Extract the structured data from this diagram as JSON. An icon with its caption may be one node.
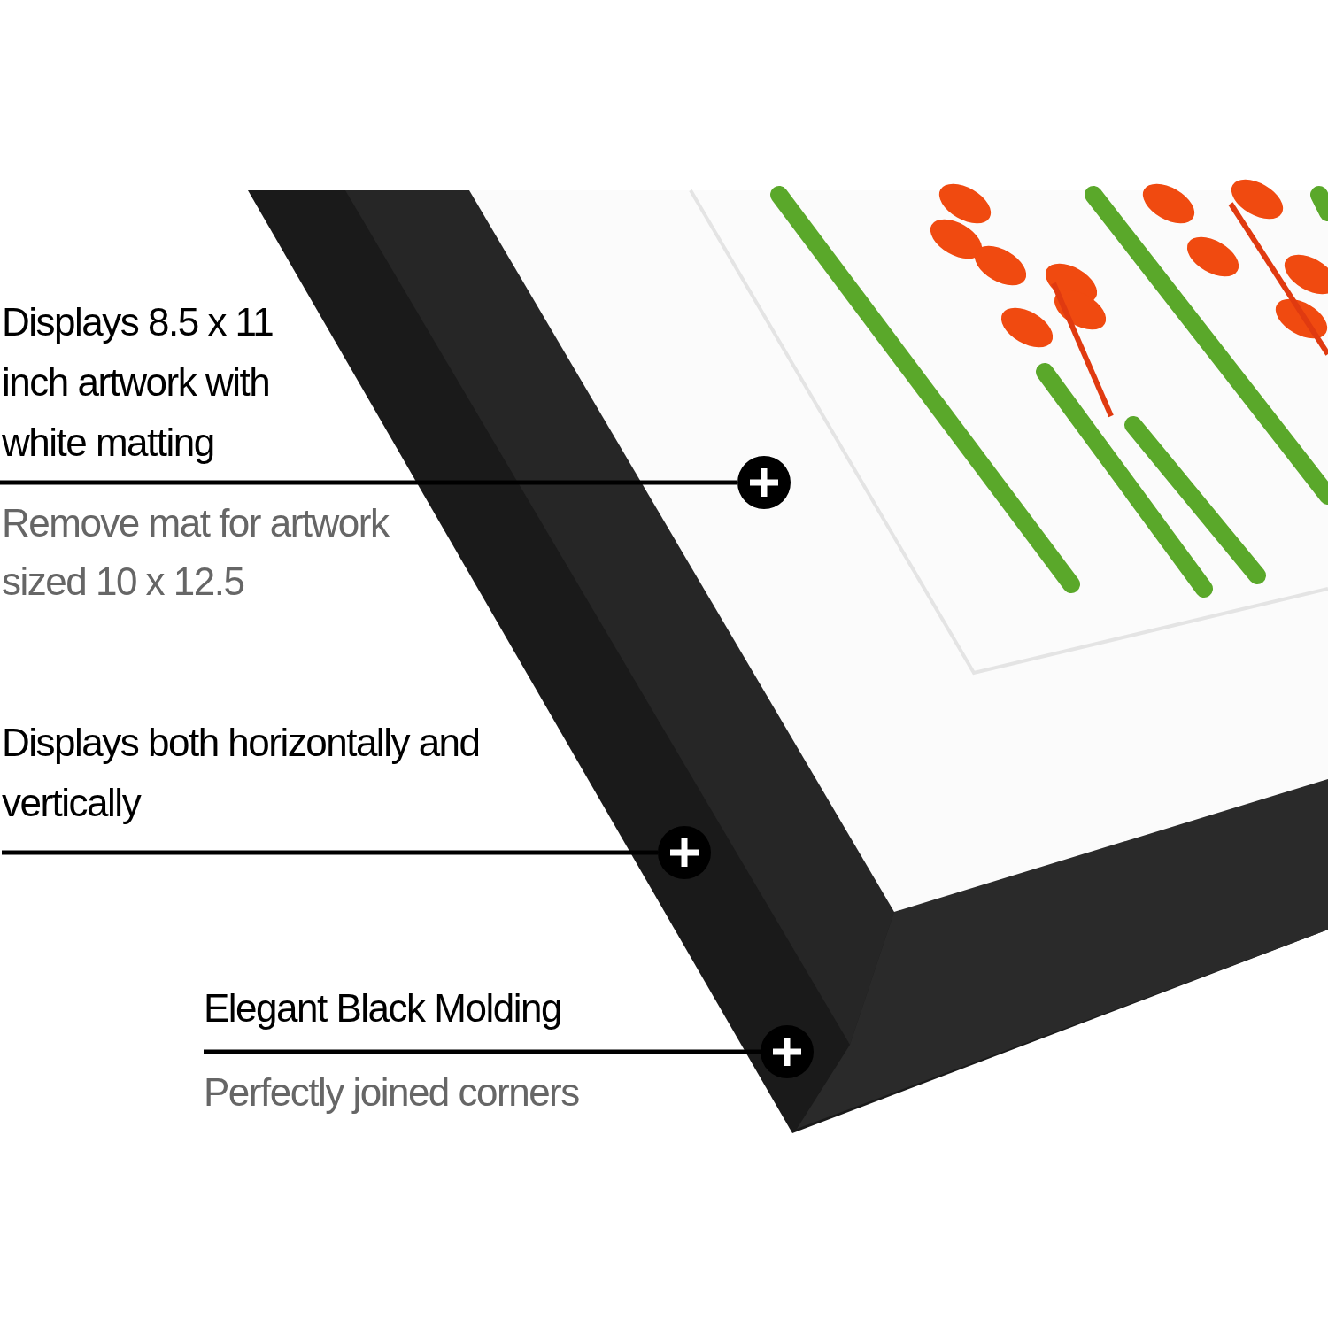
{
  "diagram": {
    "nodes": [
      {
        "text": [
          "Displays 8.5 x 11 inch artwork with white matting",
          "Remove mat for artwork sized 10 x 12.5"
        ]
      },
      {
        "text": [],
        "shape": "circle"
      },
      {
        "text": [
          "Displays both horizontally and vertically"
        ]
      },
      {
        "text": [],
        "shape": "circle"
      },
      {
        "text": [
          "Elegant Black Molding",
          "Perfectly joined corners"
        ]
      },
      {
        "text": [],
        "shape": "circle"
      }
    ],
    "edges": [
      {
        "from": 0,
        "to": 1,
        "arrow": "none"
      },
      {
        "from": 2,
        "to": 3,
        "arrow": "none"
      },
      {
        "from": 4,
        "to": 5,
        "arrow": "none"
      }
    ]
  }
}
